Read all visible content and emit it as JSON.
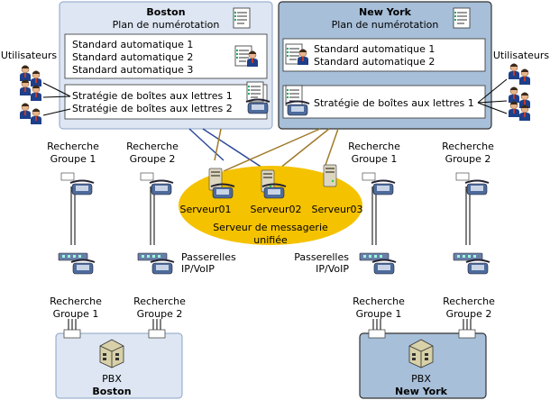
{
  "boston": {
    "title": "Boston",
    "subtitle": "Plan de numérotation",
    "attendants": [
      "Standard automatique 1",
      "Standard automatique 2",
      "Standard automatique 3"
    ],
    "policies": [
      "Stratégie de boîtes aux lettres 1",
      "Stratégie de boîtes aux lettres 2"
    ],
    "pbx_label": "PBX",
    "pbx_site": "Boston"
  },
  "newyork": {
    "title": "New York",
    "subtitle": "Plan de numérotation",
    "attendants": [
      "Standard automatique 1",
      "Standard automatique 2"
    ],
    "policies": [
      "Stratégie de boîtes aux lettres 1"
    ],
    "pbx_label": "PBX",
    "pbx_site": "New York"
  },
  "users_label": "Utilisateurs",
  "hunt_groups_top": [
    [
      "Recherche",
      "Groupe 1"
    ],
    [
      "Recherche",
      "Groupe 2"
    ],
    [
      "Recherche",
      "Groupe 1"
    ],
    [
      "Recherche",
      "Groupe 2"
    ]
  ],
  "hunt_groups_bottom": [
    [
      "Recherche",
      "Groupe 1"
    ],
    [
      "Recherche",
      "Groupe 2"
    ],
    [
      "Recherche",
      "Groupe 1"
    ],
    [
      "Recherche",
      "Groupe 2"
    ]
  ],
  "servers": [
    "Serveur01",
    "Serveur02",
    "Serveur03"
  ],
  "um_label": [
    "Serveur de messagerie",
    "unifiée"
  ],
  "gateway_label": [
    "Passerelles",
    "IP/VoIP"
  ],
  "colors": {
    "boston_fill": "#dde6f2",
    "newyork_fill": "#a7bfd8",
    "ellipse_fill": "#f5c200",
    "boston_link": "#2d4a9a",
    "newyork_link": "#a07a2a"
  }
}
